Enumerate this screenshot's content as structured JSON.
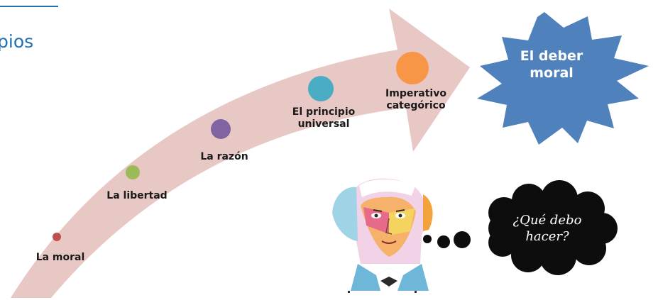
{
  "slide": {
    "title_fragment": "pios",
    "accent_color": "#1f6fb7"
  },
  "arrow": {
    "color": "#e8c8c4"
  },
  "steps": [
    {
      "label": "La moral",
      "color": "#c0504d"
    },
    {
      "label": "La libertad",
      "color": "#9bbb59"
    },
    {
      "label": "La razón",
      "color": "#8064a2"
    },
    {
      "label": "El principio\nuniversal",
      "color": "#4bacc6"
    },
    {
      "label": "Imperativo\ncategórico",
      "color": "#f79646"
    }
  ],
  "goal": {
    "label": "El deber\nmoral",
    "color": "#4f81bd"
  },
  "thought": {
    "text": "¿Qué debo\nhacer?",
    "color": "#0d0d0d"
  },
  "portrait": {
    "icon": "kant-pop-art-portrait"
  }
}
